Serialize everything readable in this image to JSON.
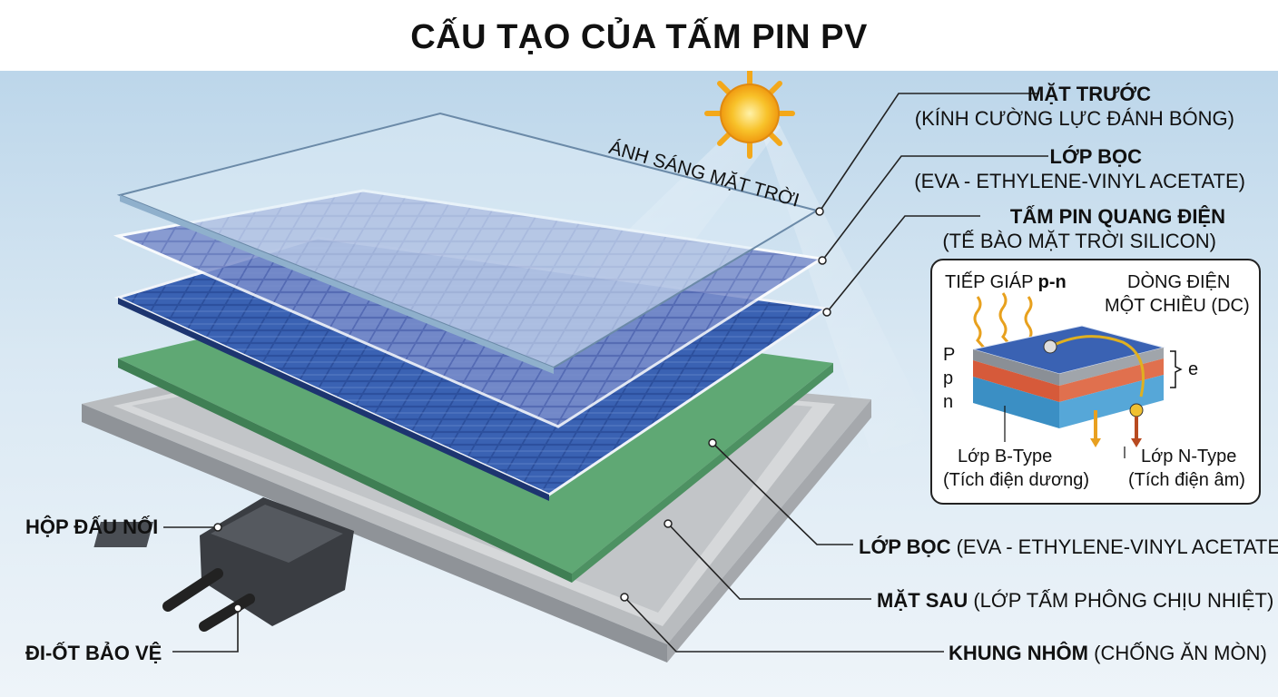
{
  "title": "CẤU TẠO CỦA TẤM PIN PV",
  "sunlight_label": "ÁNH SÁNG MẶT TRỜI",
  "labels": {
    "front": {
      "name": "MẶT TRƯỚC",
      "desc": "(KÍNH CƯỜNG LỰC ĐÁNH BÓNG)"
    },
    "encap_top": {
      "name": "LỚP BỌC",
      "desc": "(EVA - ETHYLENE-VINYL ACETATE)"
    },
    "cells": {
      "name": "TẤM PIN QUANG ĐIỆN",
      "desc": "(TẾ BÀO MẶT TRỜI SILICON)"
    },
    "encap_bottom": {
      "name": "LỚP BỌC",
      "desc": "(EVA - ETHYLENE-VINYL ACETATE)"
    },
    "backsheet": {
      "name": "MẶT SAU",
      "desc": "(LỚP TẤM PHÔNG CHỊU NHIỆT)"
    },
    "frame": {
      "name": "KHUNG NHÔM",
      "desc": "(CHỐNG ĂN MÒN)"
    },
    "junction_box": {
      "name": "HỘP ĐẤU NỐI"
    },
    "diode": {
      "name": "ĐI-ỐT BẢO VỆ"
    }
  },
  "inset": {
    "pn_prefix": "TIẾP GIÁP ",
    "pn_bold": "p-n",
    "dc_line1": "DÒNG ĐIỆN",
    "dc_line2": "MỘT CHIỀU (DC)",
    "letter_P": "P",
    "letter_p": "p",
    "letter_n": "n",
    "letter_e": "e",
    "btype_line1": "Lớp B-Type",
    "btype_line2": "(Tích điện dương)",
    "ntype_line1": "Lớp N-Type",
    "ntype_line2": "(Tích điện âm)"
  },
  "colors": {
    "sky": "#c6dcee",
    "glass": "#d8e8f4",
    "cell_blue": "#2c4f9c",
    "eva_green": "#5fa874",
    "frame_gray": "#c4c7ca",
    "sun": "#f6b41e"
  }
}
